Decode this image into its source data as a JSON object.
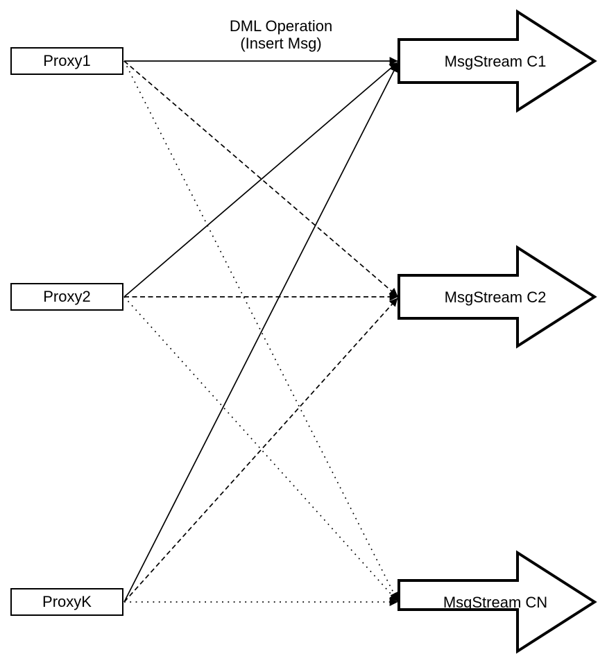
{
  "diagram": {
    "type": "flow-diagram",
    "title": {
      "line1": "DML Operation",
      "line2": "(Insert Msg)"
    },
    "proxies": [
      {
        "id": "proxy1",
        "label": "Proxy1"
      },
      {
        "id": "proxy2",
        "label": "Proxy2"
      },
      {
        "id": "proxyK",
        "label": "ProxyK"
      }
    ],
    "streams": [
      {
        "id": "msgstream-c1",
        "label": "MsgStream C1"
      },
      {
        "id": "msgstream-c2",
        "label": "MsgStream C2"
      },
      {
        "id": "msgstream-cn",
        "label": "MsgStream CN"
      }
    ],
    "edges": [
      {
        "from": "Proxy1",
        "to": "MsgStream C1",
        "style": "solid"
      },
      {
        "from": "Proxy1",
        "to": "MsgStream C2",
        "style": "dashed"
      },
      {
        "from": "Proxy1",
        "to": "MsgStream CN",
        "style": "dotted"
      },
      {
        "from": "Proxy2",
        "to": "MsgStream C1",
        "style": "solid"
      },
      {
        "from": "Proxy2",
        "to": "MsgStream C2",
        "style": "dashed"
      },
      {
        "from": "Proxy2",
        "to": "MsgStream CN",
        "style": "dotted"
      },
      {
        "from": "ProxyK",
        "to": "MsgStream C1",
        "style": "solid"
      },
      {
        "from": "ProxyK",
        "to": "MsgStream C2",
        "style": "dashed"
      },
      {
        "from": "ProxyK",
        "to": "MsgStream CN",
        "style": "dotted"
      }
    ],
    "colors": {
      "stroke": "#000000",
      "fill": "#ffffff",
      "background": "#ffffff"
    }
  }
}
